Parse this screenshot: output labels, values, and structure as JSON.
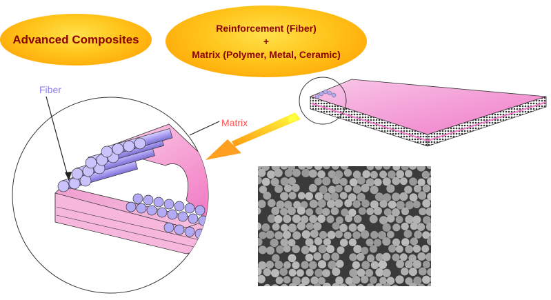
{
  "title_left": "Advanced Composites",
  "title_right": {
    "line1": "Reinforcement (Fiber)",
    "line2": "+",
    "line3": "Matrix (Polymer, Metal, Ceramic)"
  },
  "labels": {
    "fiber": "Fiber",
    "matrix": "Matrix"
  },
  "colors": {
    "oval_text": "#8b0000",
    "fiber_label": "#8a7cf0",
    "matrix_label": "#ff5050",
    "fiber_fill": "#b3aaf5",
    "matrix_fill": "#f5a0d0",
    "arrow": "#ffb020"
  }
}
